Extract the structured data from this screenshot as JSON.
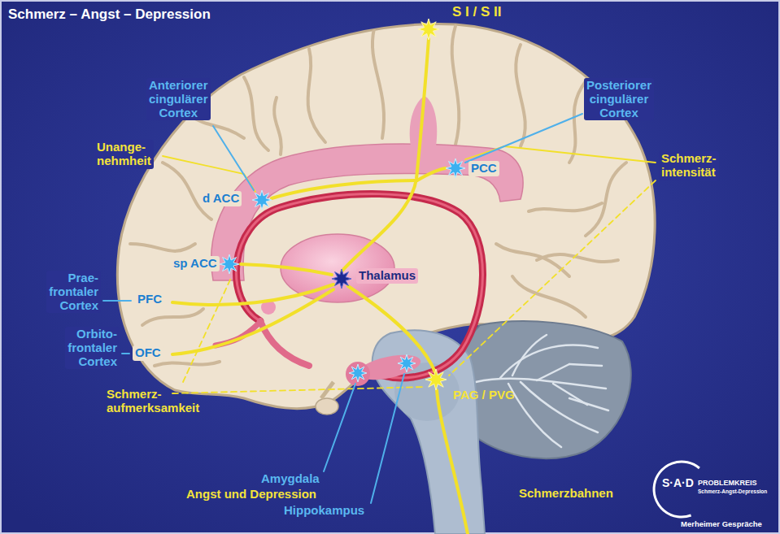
{
  "diagram": {
    "title": "Schmerz – Angst – Depression",
    "labels": [
      "S I / S II",
      "Anteriorer cingulärer Cortex",
      "Unange- nehmheit",
      "d ACC",
      "sp ACC",
      "PFC",
      "OFC",
      "Thalamus",
      "PCC",
      "Posteriorer cingulärer Cortex",
      "Schmerz- intensität",
      "Prae- frontaler Cortex",
      "Orbito- frontaler Cortex",
      "Schmerz- aufmerksamkeit",
      "Amygdala",
      "Angst und Depression",
      "Hippokampus",
      "PAG / PVG",
      "Schmerzbahnen",
      "S·A·D",
      "PROBLEMKREIS",
      "Schmerz-Angst-Depression",
      "Merheimer Gespräche"
    ]
  }
}
